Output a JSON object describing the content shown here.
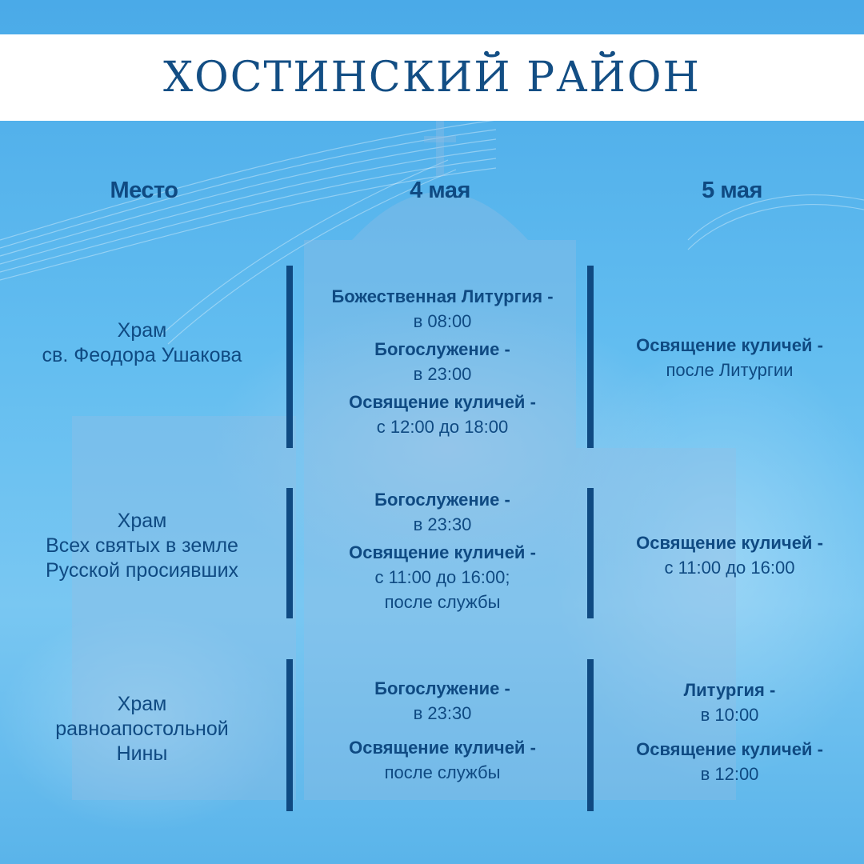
{
  "title": "ХОСТИНСКИЙ РАЙОН",
  "columns": {
    "place": "Место",
    "day1": "4 мая",
    "day2": "5 мая"
  },
  "rows": [
    {
      "place": [
        "Храм",
        "св. Феодора Ушакова"
      ],
      "day1": [
        {
          "label": "Божественная Литургия -",
          "time": "в 08:00"
        },
        {
          "label": "Богослужение -",
          "time": "в 23:00"
        },
        {
          "label": "Освящение куличей -",
          "time": "с 12:00 до 18:00"
        }
      ],
      "day2": [
        {
          "label": "Освящение куличей -",
          "time": "после Литургии"
        }
      ]
    },
    {
      "place": [
        "Храм",
        "Всех святых в земле",
        "Русской просиявших"
      ],
      "day1": [
        {
          "label": "Богослужение -",
          "time": "в 23:30"
        },
        {
          "label": "Освящение куличей -",
          "time": "с 11:00 до 16:00;",
          "time2": "после службы"
        }
      ],
      "day2": [
        {
          "label": "Освящение куличей -",
          "time": "с 11:00 до 16:00"
        }
      ]
    },
    {
      "place": [
        "Храм",
        "равноапостольной",
        "Нины"
      ],
      "day1": [
        {
          "label": "Богослужение -",
          "time": "в 23:30"
        },
        {
          "label": "Освящение куличей -",
          "time": "после службы"
        }
      ],
      "day2": [
        {
          "label": "Литургия -",
          "time": "в 10:00"
        },
        {
          "label": "Освящение куличей -",
          "time": "в 12:00"
        }
      ]
    }
  ],
  "colors": {
    "accent": "#0f4a82",
    "background": "#5cb6ec",
    "header_bg": "#ffffff"
  }
}
